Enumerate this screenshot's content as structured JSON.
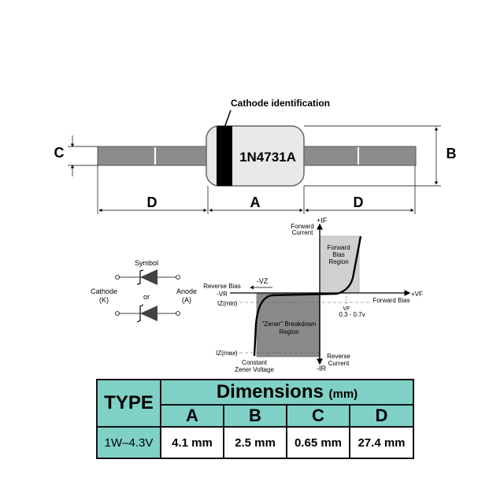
{
  "package": {
    "cathode_callout": "Cathode identification",
    "part_number": "1N4731A",
    "dims": {
      "c": "C",
      "b": "B",
      "d_left": "D",
      "a": "A",
      "d_right": "D"
    }
  },
  "symbol": {
    "title": "Symbol",
    "or": "or",
    "cathode": "Cathode",
    "cathode_letter": "(K)",
    "anode": "Anode",
    "anode_letter": "(A)"
  },
  "iv_curve": {
    "plus_if": "+IF",
    "forward_current": "Forward",
    "forward_current_2": "Current",
    "forward_bias_region": [
      "Forward",
      "Bias",
      "Region"
    ],
    "reverse_bias": "Reverse Bias",
    "minus_vr": "-VR",
    "minus_vz": "-VZ",
    "plus_vf": "+VF",
    "forward_bias": "Forward Bias",
    "iz_min": "IZ(min)",
    "vf": "VF",
    "vf_range": "0.3 - 0.7v",
    "zener_region": [
      "\"Zener\" Breakdown",
      "Region"
    ],
    "iz_max": "IZ(max)",
    "constant": "Constant",
    "zener_voltage": "Zener Voltage",
    "reverse_current": "Reverse",
    "reverse_current_2": "Current",
    "minus_ir": "-IR"
  },
  "table": {
    "type_header": "TYPE",
    "dimensions_header": "Dimensions",
    "unit": "(mm)",
    "columns": [
      "A",
      "B",
      "C",
      "D"
    ],
    "row": {
      "type": "1W–4.3V",
      "values": [
        "4.1 mm",
        "2.5 mm",
        "0.65 mm",
        "27.4 mm"
      ]
    },
    "colors": {
      "header_bg": "#7fd1c6",
      "border": "#111111"
    }
  }
}
